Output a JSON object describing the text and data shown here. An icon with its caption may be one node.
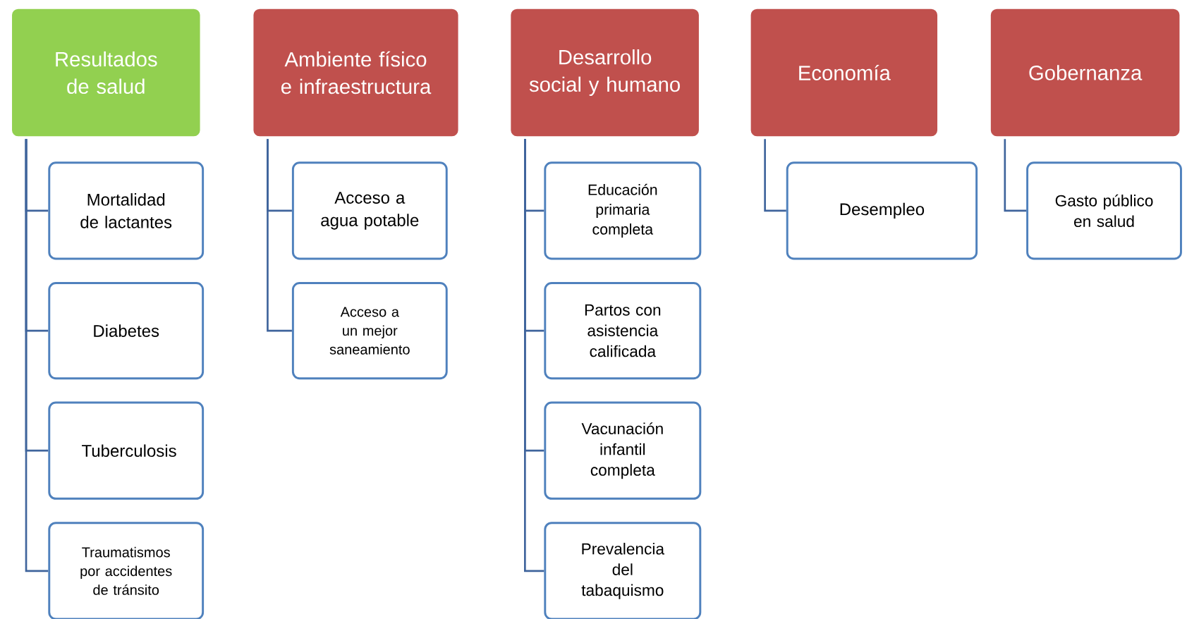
{
  "diagram": {
    "nodes": [
      {
        "text": [
          "Resultados de salud"
        ]
      },
      {
        "text": [
          "Mortalidad de lactantes"
        ]
      },
      {
        "text": [
          "Diabetes"
        ]
      },
      {
        "text": [
          "Tuberculosis"
        ]
      },
      {
        "text": [
          "Traumatismos por accidentes de tránsito"
        ]
      },
      {
        "text": [
          "Ambiente físico e infraestructura"
        ]
      },
      {
        "text": [
          "Acceso a agua potable"
        ]
      },
      {
        "text": [
          "Acceso a un mejor saneamiento"
        ]
      },
      {
        "text": [
          "Desarrollo social y humano"
        ]
      },
      {
        "text": [
          "Educación primaria completa"
        ]
      },
      {
        "text": [
          "Partos con asistencia calificada"
        ]
      },
      {
        "text": [
          "Vacunación infantil completa"
        ]
      },
      {
        "text": [
          "Prevalencia del tabaquismo"
        ]
      },
      {
        "text": [
          "Economía"
        ]
      },
      {
        "text": [
          "Desempleo"
        ]
      },
      {
        "text": [
          "Gobernanza"
        ]
      },
      {
        "text": [
          "Gasto público en salud"
        ]
      }
    ],
    "edges": [
      {
        "from": 0,
        "to": 1,
        "arrow": "none"
      },
      {
        "from": 0,
        "to": 2,
        "arrow": "none"
      },
      {
        "from": 0,
        "to": 3,
        "arrow": "none"
      },
      {
        "from": 0,
        "to": 4,
        "arrow": "none"
      },
      {
        "from": 5,
        "to": 6,
        "arrow": "none"
      },
      {
        "from": 5,
        "to": 7,
        "arrow": "none"
      },
      {
        "from": 8,
        "to": 9,
        "arrow": "none"
      },
      {
        "from": 8,
        "to": 10,
        "arrow": "none"
      },
      {
        "from": 8,
        "to": 11,
        "arrow": "none"
      },
      {
        "from": 8,
        "to": 12,
        "arrow": "none"
      },
      {
        "from": 13,
        "to": 14,
        "arrow": "none"
      },
      {
        "from": 15,
        "to": 16,
        "arrow": "none"
      }
    ]
  }
}
